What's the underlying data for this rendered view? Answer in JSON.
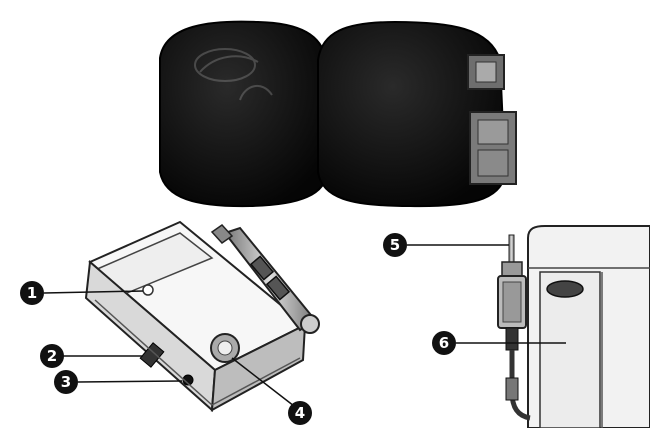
{
  "figure": {
    "callouts": [
      {
        "id": 1,
        "label": "1"
      },
      {
        "id": 2,
        "label": "2"
      },
      {
        "id": 3,
        "label": "3"
      },
      {
        "id": 4,
        "label": "4"
      },
      {
        "id": 5,
        "label": "5"
      },
      {
        "id": 6,
        "label": "6"
      }
    ],
    "objects": {
      "case": "carrying-case",
      "device": "cassette-adapter",
      "plug_detail": "audio-plug-closeup"
    }
  }
}
